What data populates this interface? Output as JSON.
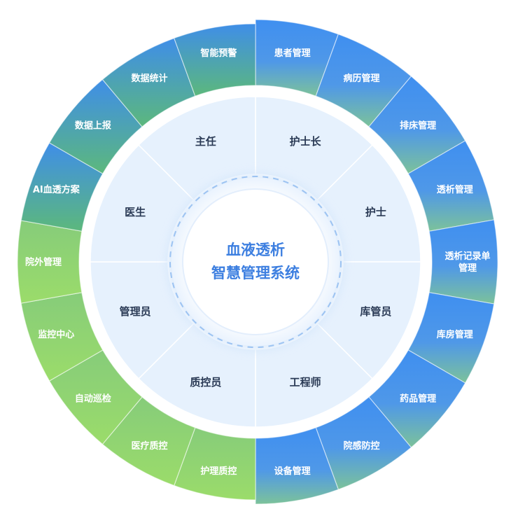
{
  "center": {
    "line1": "血液透析",
    "line2": "智慧管理系统"
  },
  "roles": [
    "护士长",
    "护士",
    "库管员",
    "工程师",
    "质控员",
    "管理员",
    "医生",
    "主任"
  ],
  "modules": [
    {
      "label": "患者管理",
      "lines": [
        "患者管理"
      ],
      "group": "blue"
    },
    {
      "label": "病历管理",
      "lines": [
        "病历管理"
      ],
      "group": "blue"
    },
    {
      "label": "排床管理",
      "lines": [
        "排床管理"
      ],
      "group": "blue"
    },
    {
      "label": "透析管理",
      "lines": [
        "透析管理"
      ],
      "group": "blue"
    },
    {
      "label": "透析记录单管理",
      "lines": [
        "透析记录单",
        "管理"
      ],
      "group": "blue"
    },
    {
      "label": "库房管理",
      "lines": [
        "库房管理"
      ],
      "group": "blue"
    },
    {
      "label": "药品管理",
      "lines": [
        "药品管理"
      ],
      "group": "blue"
    },
    {
      "label": "院感防控",
      "lines": [
        "院感防控"
      ],
      "group": "blue"
    },
    {
      "label": "设备管理",
      "lines": [
        "设备管理"
      ],
      "group": "blue"
    },
    {
      "label": "护理质控",
      "lines": [
        "护理质控"
      ],
      "group": "green"
    },
    {
      "label": "医疗质控",
      "lines": [
        "医疗质控"
      ],
      "group": "green"
    },
    {
      "label": "自动巡检",
      "lines": [
        "自动巡检"
      ],
      "group": "green"
    },
    {
      "label": "监控中心",
      "lines": [
        "监控中心"
      ],
      "group": "green"
    },
    {
      "label": "院外管理",
      "lines": [
        "院外管理"
      ],
      "group": "green"
    },
    {
      "label": "AI血透方案",
      "lines": [
        "AI血透方案"
      ],
      "group": "teal"
    },
    {
      "label": "数据上报",
      "lines": [
        "数据上报"
      ],
      "group": "teal"
    },
    {
      "label": "数据统计",
      "lines": [
        "数据统计"
      ],
      "group": "teal"
    },
    {
      "label": "智能预警",
      "lines": [
        "智能预警"
      ],
      "group": "teal"
    }
  ],
  "colors": {
    "blue_top": "#3f8ff0",
    "blue_bottom": "#6fb3a8",
    "green_top": "#8fd46a",
    "green_bottom": "#62c07a",
    "teal_top": "#3a8fe6",
    "teal_bottom": "#56b77e",
    "inner_fill": "#e6f1fd",
    "center_text": "#3d7fe0"
  }
}
